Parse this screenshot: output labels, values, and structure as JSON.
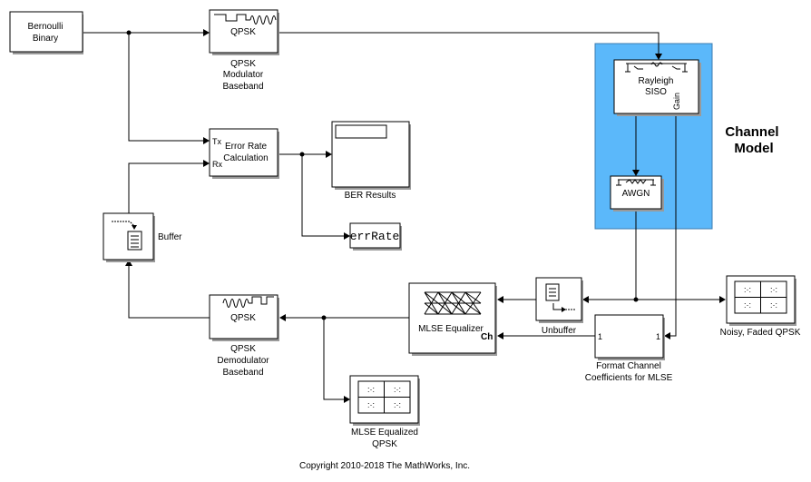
{
  "diagram": {
    "channel_model": {
      "label_line1": "Channel",
      "label_line2": "Model",
      "color": "#5bb8fa",
      "border_color": "#3d7db0"
    },
    "blocks": {
      "bernoulli": {
        "line1": "Bernoulli",
        "line2": "Binary"
      },
      "qpsk_mod": {
        "inner": "QPSK",
        "cap1": "QPSK",
        "cap2": "Modulator",
        "cap3": "Baseband"
      },
      "rayleigh": {
        "line1": "Rayleigh",
        "line2": "SISO",
        "port_gain": "Gain"
      },
      "awgn": {
        "inner": "AWGN"
      },
      "error_rate": {
        "line1": "Error Rate",
        "line2": "Calculation",
        "port_tx": "Tx",
        "port_rx": "Rx"
      },
      "ber_results": {
        "cap": "BER Results"
      },
      "err_rate": {
        "inner": "errRate"
      },
      "buffer": {
        "cap": "Buffer"
      },
      "qpsk_demod": {
        "inner": "QPSK",
        "cap1": "QPSK",
        "cap2": "Demodulator",
        "cap3": "Baseband"
      },
      "mlse_eq": {
        "inner": "MLSE Equalizer",
        "port_ch": "Ch"
      },
      "unbuffer": {
        "cap": "Unbuffer"
      },
      "format_channel": {
        "port_in": "1",
        "port_out": "1",
        "cap1": "Format Channel",
        "cap2": "Coefficients for MLSE"
      },
      "noisy_scope": {
        "cap": "Noisy, Faded QPSK"
      },
      "mlse_scope": {
        "cap1": "MLSE Equalized",
        "cap2": "QPSK"
      }
    },
    "copyright": "Copyright 2010-2018 The MathWorks, Inc."
  }
}
